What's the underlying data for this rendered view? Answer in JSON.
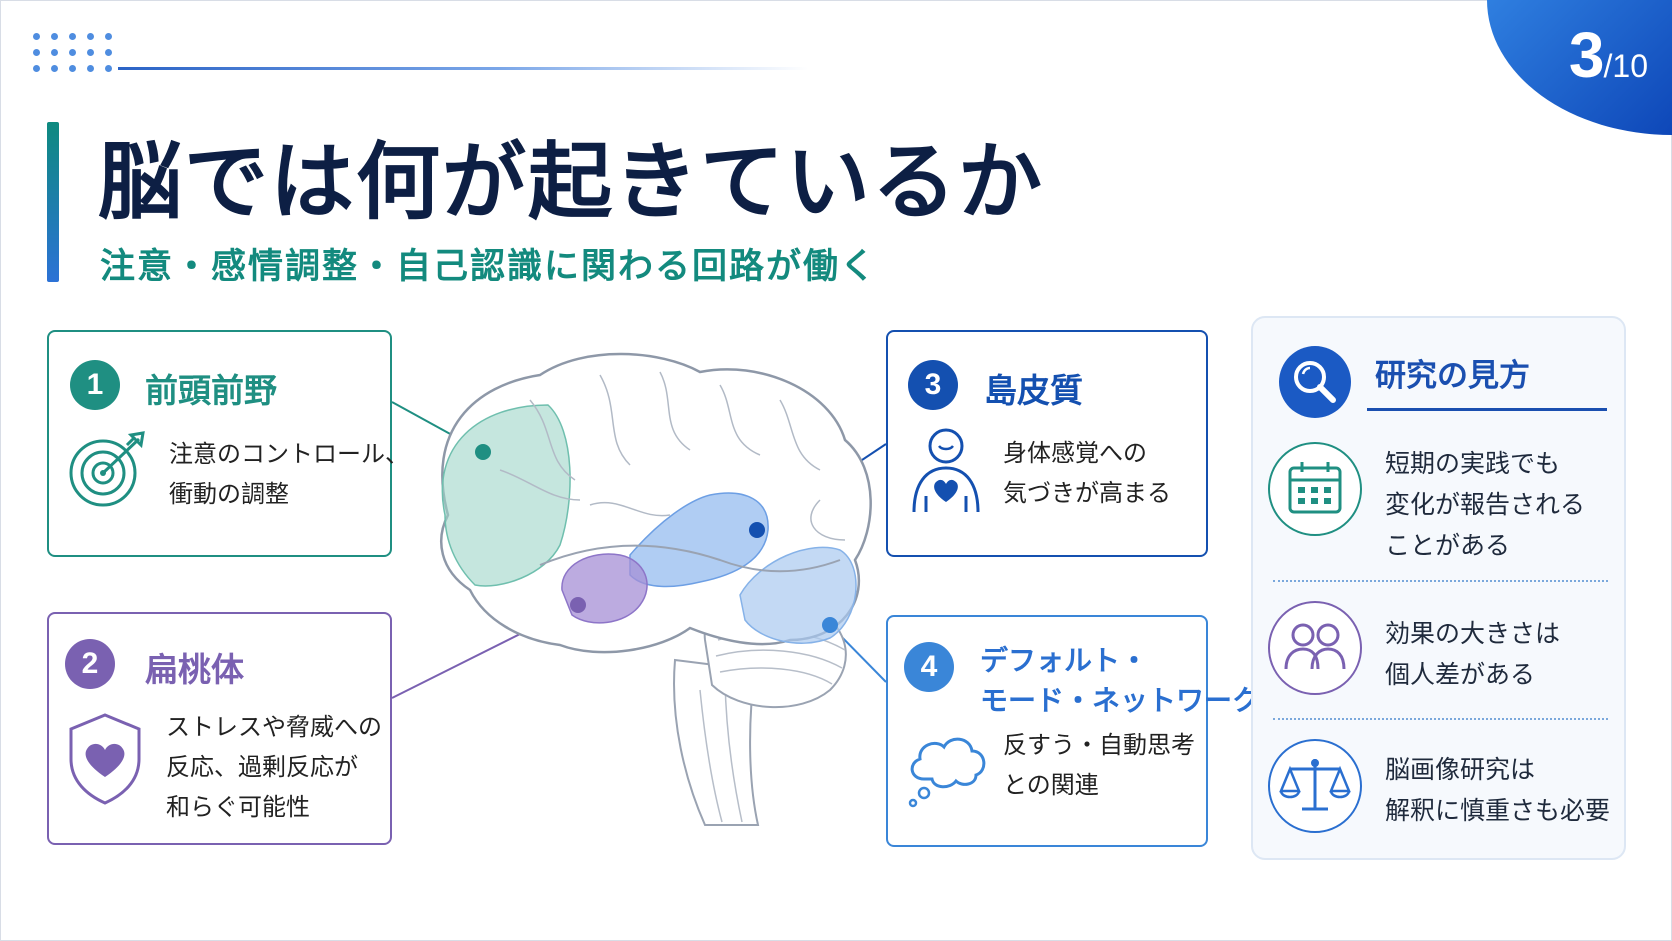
{
  "slide": {
    "page_current": "3",
    "page_total": "/10",
    "title": "脳では何が起きているか",
    "subtitle": "注意・感情調整・自己認識に関わる回路が働く"
  },
  "cards": [
    {
      "number": "1",
      "title": "前頭前野",
      "lines": [
        "注意のコントロール、",
        "衝動の調整"
      ],
      "icon": "target-icon",
      "color": "#1f8f82"
    },
    {
      "number": "2",
      "title": "扁桃体",
      "lines": [
        "ストレスや脅威への",
        "反応、過剰反応が",
        "和らぐ可能性"
      ],
      "icon": "heart-shield-icon",
      "color": "#7a61b1"
    },
    {
      "number": "3",
      "title": "島皮質",
      "lines": [
        "身体感覚への",
        "気づきが高まる"
      ],
      "icon": "body-heart-icon",
      "color": "#1450b0"
    },
    {
      "number": "4",
      "title_lines": [
        "デフォルト・",
        "モード・ネットワーク"
      ],
      "lines": [
        "反すう・自動思考",
        "との関連"
      ],
      "icon": "thought-cloud-icon",
      "color": "#3a86d8"
    }
  ],
  "research": {
    "title": "研究の見方",
    "icon": "magnifier-icon",
    "items": [
      {
        "icon": "calendar-icon",
        "lines": [
          "短期の実践でも",
          "変化が報告される",
          "ことがある"
        ],
        "color": "#1f8f82"
      },
      {
        "icon": "people-icon",
        "lines": [
          "効果の大きさは",
          "個人差がある"
        ],
        "color": "#7a61b1"
      },
      {
        "icon": "scale-icon",
        "lines": [
          "脳画像研究は",
          "解釈に慎重さも必要"
        ],
        "color": "#2a6fd0"
      }
    ]
  }
}
